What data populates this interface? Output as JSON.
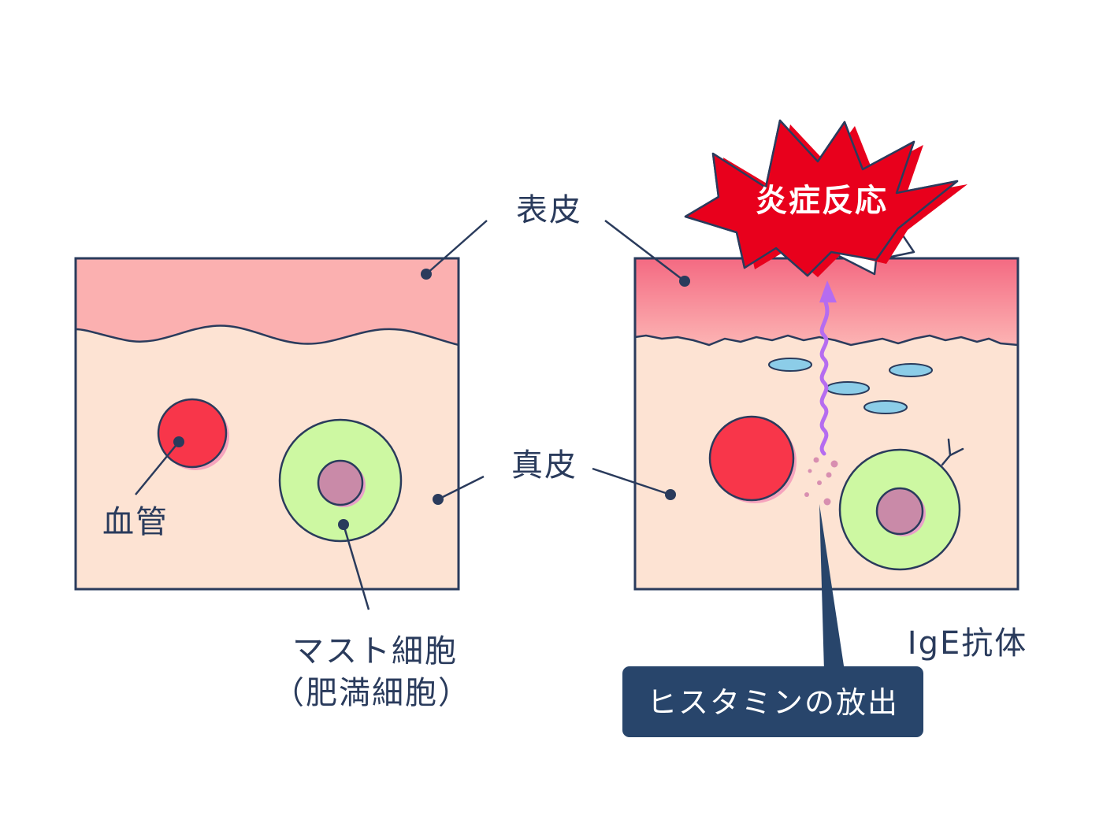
{
  "labels": {
    "epidermis": "表皮",
    "dermis": "真皮",
    "blood_vessel": "血管",
    "mast_cell_line1": "マスト細胞",
    "mast_cell_line2": "（肥満細胞）",
    "ige_antibody": "IgE抗体",
    "histamine_release": "ヒスタミンの放出",
    "inflammation": "炎症反応"
  },
  "colors": {
    "epidermis": "#fbb0b0",
    "dermis": "#fde3d3",
    "outline": "#2a3b5c",
    "blood_vessel": "#f8364a",
    "mast_cell_body": "#cdf8a2",
    "mast_cell_nucleus": "#c98aa8",
    "histamine_arrow": "#b56cf0",
    "burst": "#e8001c",
    "callout": "#28456b",
    "capillary": "#8ccde8"
  }
}
